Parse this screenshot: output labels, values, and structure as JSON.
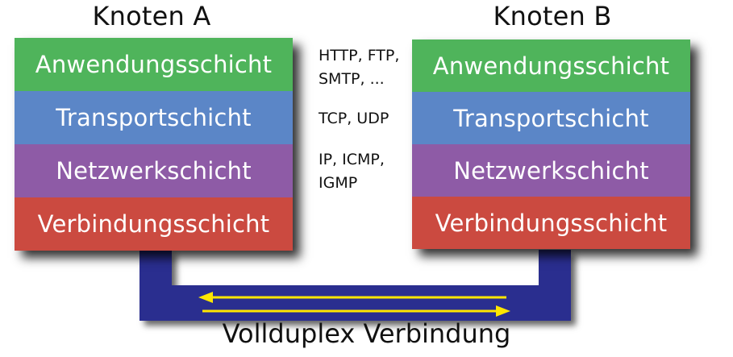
{
  "nodes": {
    "a": {
      "title": "Knoten A",
      "layers": [
        "Anwendungsschicht",
        "Transportschicht",
        "Netzwerkschicht",
        "Verbindungsschicht"
      ]
    },
    "b": {
      "title": "Knoten B",
      "layers": [
        "Anwendungsschicht",
        "Transportschicht",
        "Netzwerkschicht",
        "Verbindungsschicht"
      ]
    }
  },
  "protocols": {
    "application": [
      "HTTP, FTP,",
      "SMTP, ..."
    ],
    "transport": [
      "TCP, UDP"
    ],
    "network": [
      "IP, ICMP,",
      "IGMP"
    ]
  },
  "connection": {
    "label": "Vollduplex Verbindung"
  },
  "colors": {
    "application": "#4fb45b",
    "transport": "#5b86c7",
    "network": "#8e5ba6",
    "link": "#cb4a40",
    "cable": "#2a2e8f",
    "arrow": "#ffe600"
  }
}
